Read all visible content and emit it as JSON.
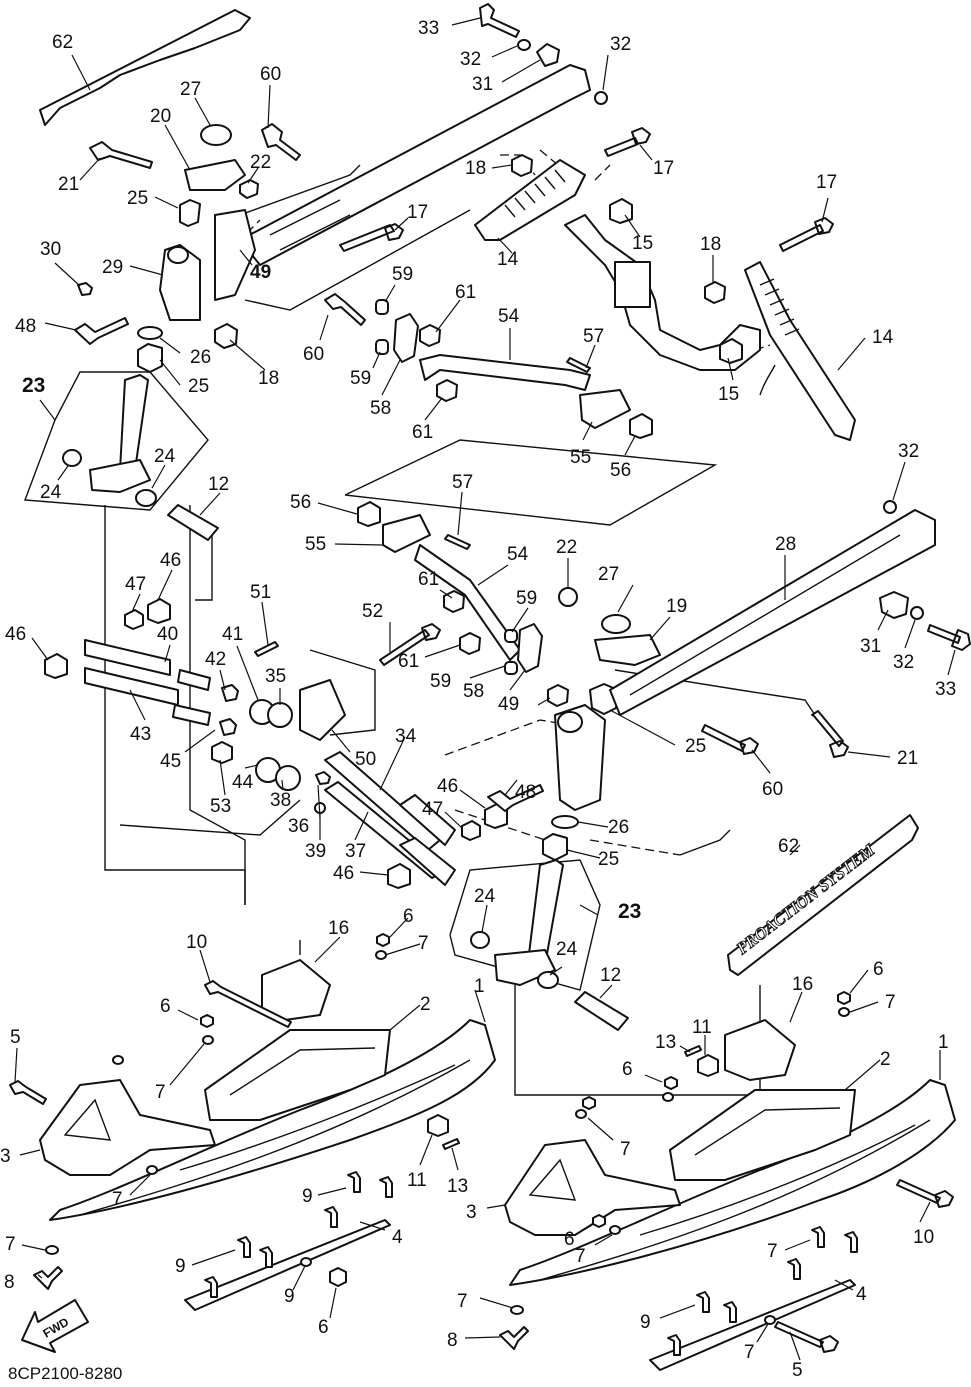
{
  "drawing_code": "8CP2100-8280",
  "brand_label": "PROACTION SYSTEM",
  "fwd_label": "FWD",
  "callouts": [
    {
      "id": "c62a",
      "label": "62"
    },
    {
      "id": "c33a",
      "label": "33"
    },
    {
      "id": "c32a",
      "label": "32"
    },
    {
      "id": "c32b",
      "label": "32"
    },
    {
      "id": "c31a",
      "label": "31"
    },
    {
      "id": "c60a",
      "label": "60"
    },
    {
      "id": "c27a",
      "label": "27"
    },
    {
      "id": "c20a",
      "label": "20"
    },
    {
      "id": "c22a",
      "label": "22"
    },
    {
      "id": "c21a",
      "label": "21"
    },
    {
      "id": "c18a",
      "label": "18"
    },
    {
      "id": "c17a",
      "label": "17"
    },
    {
      "id": "c25a",
      "label": "25"
    },
    {
      "id": "c17b",
      "label": "17"
    },
    {
      "id": "c17c",
      "label": "17"
    },
    {
      "id": "c15a",
      "label": "15"
    },
    {
      "id": "c49a",
      "label": "49"
    },
    {
      "id": "c14a",
      "label": "14"
    },
    {
      "id": "c30a",
      "label": "30"
    },
    {
      "id": "c29a",
      "label": "29"
    },
    {
      "id": "c18b",
      "label": "18"
    },
    {
      "id": "c59a",
      "label": "59"
    },
    {
      "id": "c61a",
      "label": "61"
    },
    {
      "id": "c54a",
      "label": "54"
    },
    {
      "id": "c48a",
      "label": "48"
    },
    {
      "id": "c60b",
      "label": "60"
    },
    {
      "id": "c57a",
      "label": "57"
    },
    {
      "id": "c14b",
      "label": "14"
    },
    {
      "id": "c26a",
      "label": "26"
    },
    {
      "id": "c18c",
      "label": "18"
    },
    {
      "id": "c59b",
      "label": "59"
    },
    {
      "id": "c25b",
      "label": "25"
    },
    {
      "id": "c58a",
      "label": "58"
    },
    {
      "id": "c15b",
      "label": "15"
    },
    {
      "id": "c61b",
      "label": "61"
    },
    {
      "id": "c23a",
      "label": "23"
    },
    {
      "id": "c24a",
      "label": "24"
    },
    {
      "id": "c24b",
      "label": "24"
    },
    {
      "id": "c55a",
      "label": "55"
    },
    {
      "id": "c56a",
      "label": "56"
    },
    {
      "id": "c32c",
      "label": "32"
    },
    {
      "id": "c12a",
      "label": "12"
    },
    {
      "id": "c56b",
      "label": "56"
    },
    {
      "id": "c57b",
      "label": "57"
    },
    {
      "id": "c55b",
      "label": "55"
    },
    {
      "id": "c54b",
      "label": "54"
    },
    {
      "id": "c22b",
      "label": "22"
    },
    {
      "id": "c28a",
      "label": "28"
    },
    {
      "id": "c46a",
      "label": "46"
    },
    {
      "id": "c47a",
      "label": "47"
    },
    {
      "id": "c27b",
      "label": "27"
    },
    {
      "id": "c51a",
      "label": "51"
    },
    {
      "id": "c61c",
      "label": "61"
    },
    {
      "id": "c59c",
      "label": "59"
    },
    {
      "id": "c19a",
      "label": "19"
    },
    {
      "id": "c52a",
      "label": "52"
    },
    {
      "id": "c41a",
      "label": "41"
    },
    {
      "id": "c46b",
      "label": "46"
    },
    {
      "id": "c40a",
      "label": "40"
    },
    {
      "id": "c31b",
      "label": "31"
    },
    {
      "id": "c42a",
      "label": "42"
    },
    {
      "id": "c35a",
      "label": "35"
    },
    {
      "id": "c61d",
      "label": "61"
    },
    {
      "id": "c59d",
      "label": "59"
    },
    {
      "id": "c58b",
      "label": "58"
    },
    {
      "id": "c32d",
      "label": "32"
    },
    {
      "id": "c33b",
      "label": "33"
    },
    {
      "id": "c49b",
      "label": "49"
    },
    {
      "id": "c43a",
      "label": "43"
    },
    {
      "id": "c45a",
      "label": "45"
    },
    {
      "id": "c25c",
      "label": "25"
    },
    {
      "id": "c21b",
      "label": "21"
    },
    {
      "id": "c44a",
      "label": "44"
    },
    {
      "id": "c50a",
      "label": "50"
    },
    {
      "id": "c34a",
      "label": "34"
    },
    {
      "id": "c48b",
      "label": "48"
    },
    {
      "id": "c60c",
      "label": "60"
    },
    {
      "id": "c53a",
      "label": "53"
    },
    {
      "id": "c38a",
      "label": "38"
    },
    {
      "id": "c46c",
      "label": "46"
    },
    {
      "id": "c47b",
      "label": "47"
    },
    {
      "id": "c36a",
      "label": "36"
    },
    {
      "id": "c39a",
      "label": "39"
    },
    {
      "id": "c37a",
      "label": "37"
    },
    {
      "id": "c26b",
      "label": "26"
    },
    {
      "id": "c62b",
      "label": "62"
    },
    {
      "id": "c46d",
      "label": "46"
    },
    {
      "id": "c25d",
      "label": "25"
    },
    {
      "id": "c24c",
      "label": "24"
    },
    {
      "id": "c23b",
      "label": "23"
    },
    {
      "id": "c6a",
      "label": "6"
    },
    {
      "id": "c16a",
      "label": "16"
    },
    {
      "id": "c10a",
      "label": "10"
    },
    {
      "id": "c7a",
      "label": "7"
    },
    {
      "id": "c24d",
      "label": "24"
    },
    {
      "id": "c12b",
      "label": "12"
    },
    {
      "id": "c6b",
      "label": "6"
    },
    {
      "id": "c16b",
      "label": "16"
    },
    {
      "id": "c7b",
      "label": "7"
    },
    {
      "id": "c1a",
      "label": "1"
    },
    {
      "id": "c2a",
      "label": "2"
    },
    {
      "id": "c6c",
      "label": "6"
    },
    {
      "id": "c5a",
      "label": "5"
    },
    {
      "id": "c13a",
      "label": "13"
    },
    {
      "id": "c11a",
      "label": "11"
    },
    {
      "id": "c7c",
      "label": "7"
    },
    {
      "id": "c1b",
      "label": "1"
    },
    {
      "id": "c2b",
      "label": "2"
    },
    {
      "id": "c6d",
      "label": "6"
    },
    {
      "id": "c3a",
      "label": "3"
    },
    {
      "id": "c11b",
      "label": "11"
    },
    {
      "id": "c13b",
      "label": "13"
    },
    {
      "id": "c7d",
      "label": "7"
    },
    {
      "id": "c9a",
      "label": "9"
    },
    {
      "id": "c4a",
      "label": "4"
    },
    {
      "id": "c7e",
      "label": "7"
    },
    {
      "id": "c3b",
      "label": "3"
    },
    {
      "id": "c6e",
      "label": "6"
    },
    {
      "id": "c7f",
      "label": "7"
    },
    {
      "id": "c10b",
      "label": "10"
    },
    {
      "id": "c7g",
      "label": "7"
    },
    {
      "id": "c8a",
      "label": "8"
    },
    {
      "id": "c9b",
      "label": "9"
    },
    {
      "id": "c7h",
      "label": "7"
    },
    {
      "id": "c9c",
      "label": "9"
    },
    {
      "id": "c4b",
      "label": "4"
    },
    {
      "id": "c6f",
      "label": "6"
    },
    {
      "id": "c7i",
      "label": "7"
    },
    {
      "id": "c8b",
      "label": "8"
    },
    {
      "id": "c9d",
      "label": "9"
    },
    {
      "id": "c7j",
      "label": "7"
    },
    {
      "id": "c5b",
      "label": "5"
    }
  ]
}
